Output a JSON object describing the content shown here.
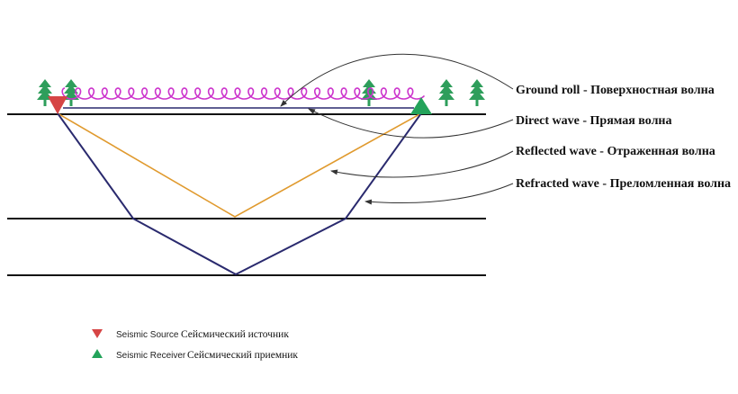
{
  "colors": {
    "background": "#ffffff",
    "layer_line": "#111111",
    "refracted_path": "#2a2a6e",
    "reflected_path": "#e09a2e",
    "ground_roll": "#cc33cc",
    "source": "#d64545",
    "receiver": "#23a35a",
    "tree": "#2e9e5b",
    "arrow": "#333333"
  },
  "labels": {
    "ground_roll": "Ground roll - Поверхностная волна",
    "direct_wave": "Direct wave - Прямая волна",
    "reflected_wave": "Reflected wave - Отраженная волна",
    "refracted_wave": "Refracted wave - Преломленная волна"
  },
  "legend": {
    "source": {
      "en": "Seismic Source",
      "ru": "Сейсмический источник",
      "icon": "red-triangle-down"
    },
    "receiver": {
      "en": "Seismic Receiver",
      "ru": "Сейсмический приемник",
      "icon": "green-triangle-up"
    }
  }
}
